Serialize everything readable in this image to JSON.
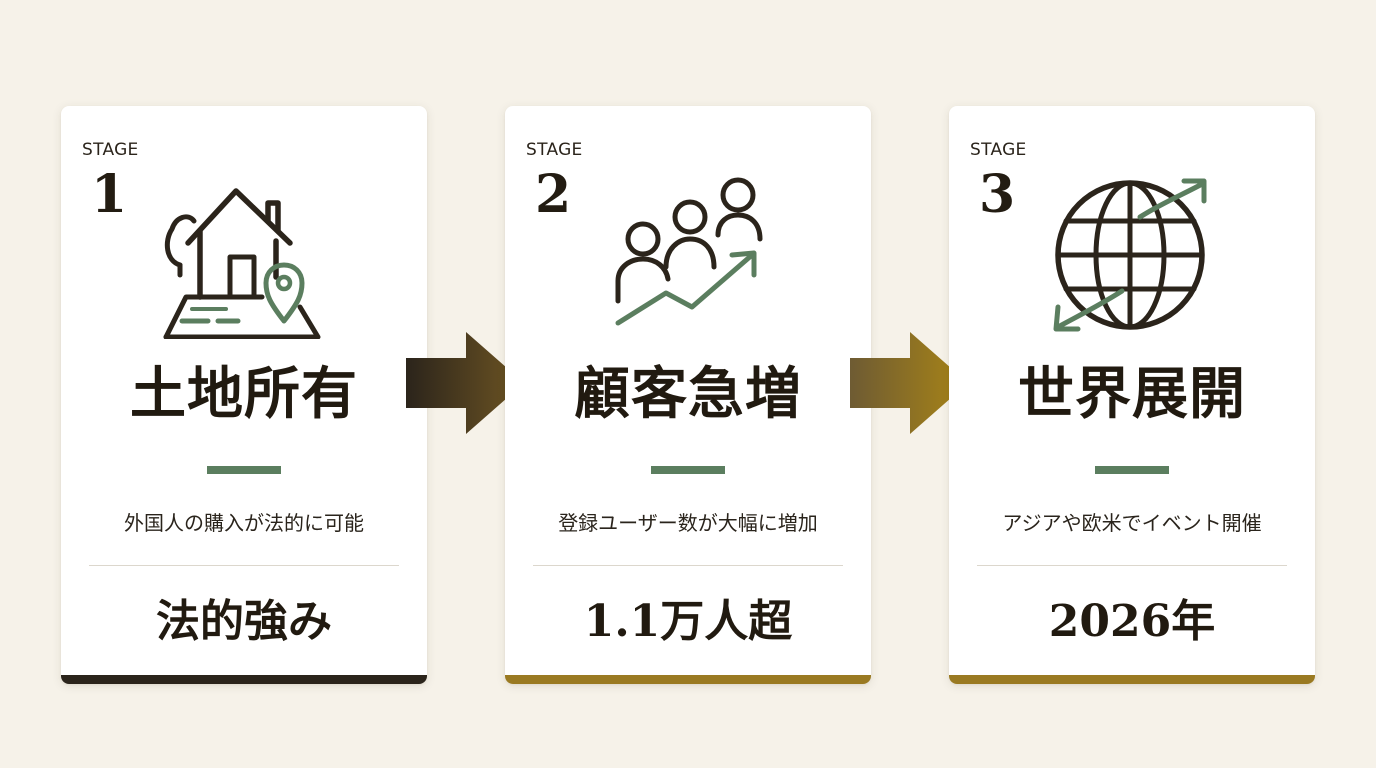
{
  "stages": [
    {
      "stage_label": "STAGE",
      "number": "1",
      "icon": "house-land-location-icon",
      "title": "土地所有",
      "description": "外国人の購入が法的に可能",
      "highlight": "法的強み",
      "bar_color": "#2b241b"
    },
    {
      "stage_label": "STAGE",
      "number": "2",
      "icon": "users-growth-icon",
      "title": "顧客急増",
      "description": "登録ユーザー数が大幅に増加",
      "highlight": "1.1万人超",
      "bar_color": "#9a7a22"
    },
    {
      "stage_label": "STAGE",
      "number": "3",
      "icon": "globe-exchange-icon",
      "title": "世界展開",
      "description": "アジアや欧米でイベント開催",
      "highlight": "2026年",
      "bar_color": "#9a7a22"
    }
  ],
  "colors": {
    "background": "#f6f2e9",
    "text_dark": "#211a10",
    "accent_green": "#5b7e5f",
    "gold": "#9a7a22",
    "arrow_1_start": "#2b241b",
    "arrow_1_end": "#6e5523",
    "arrow_2_start": "#6e5b33",
    "arrow_2_end": "#a98516"
  }
}
